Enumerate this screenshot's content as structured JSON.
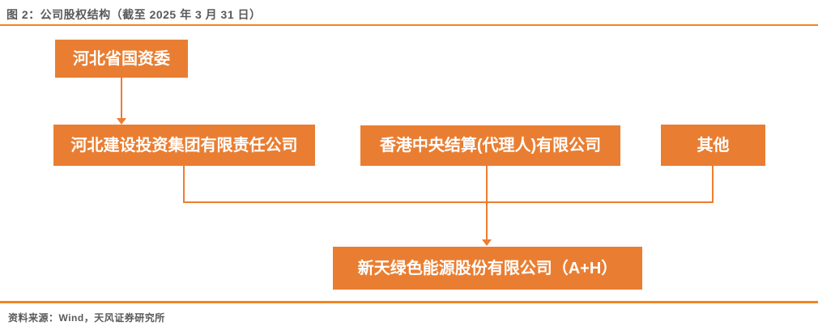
{
  "title": "图 2：公司股权结构（截至 2025 年 3 月 31 日）",
  "colors": {
    "box_orange": "#E97E32",
    "connector_orange": "#ED7D31",
    "rule_orange": "#F08522",
    "text_gray": "#595959",
    "node_text": "#FFFFFF"
  },
  "nodes": {
    "top": {
      "label": "河北省国资委"
    },
    "left": {
      "label": "河北建设投资集团有限责任公司"
    },
    "center": {
      "label": "香港中央结算(代理人)有限公司"
    },
    "right": {
      "label": "其他"
    },
    "bottom": {
      "label": "新天绿色能源股份有限公司（A+H）"
    }
  },
  "connections": [
    {
      "from": "top",
      "to": "left",
      "style": "arrow"
    },
    {
      "from": "left",
      "to": "bottom",
      "style": "elbow"
    },
    {
      "from": "center",
      "to": "bottom",
      "style": "arrow"
    },
    {
      "from": "right",
      "to": "bottom",
      "style": "elbow"
    }
  ],
  "footer": {
    "source": "资料来源：Wind，天风证券研究所"
  }
}
